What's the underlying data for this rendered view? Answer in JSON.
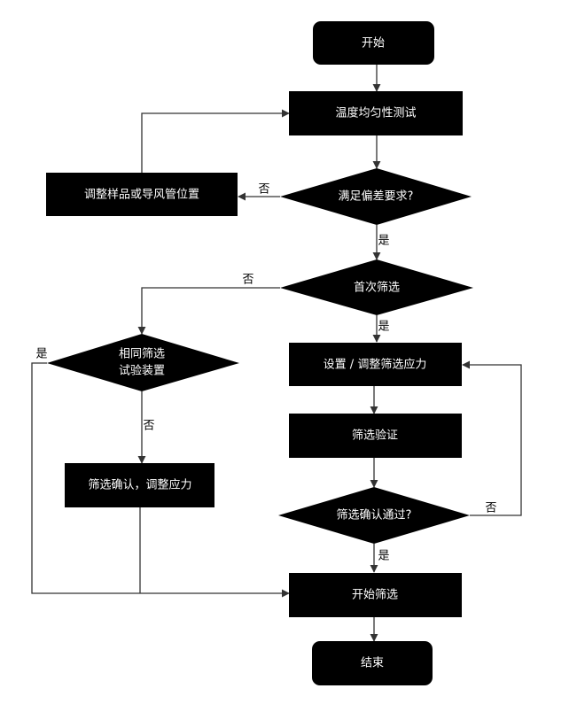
{
  "colors": {
    "node_fill": "#000000",
    "node_text": "#ffffff",
    "edge": "#333333",
    "background": "#ffffff"
  },
  "nodes": {
    "start": "开始",
    "uniformity_test": "温度均匀性测试",
    "adjust_sample": "调整样品或导风管位置",
    "deviation_check": "满足偏差要求?",
    "first_screen": "首次筛选",
    "same_screen_line1": "相同筛选",
    "same_screen_line2": "试验装置",
    "set_stress": "设置 / 调整筛选应力",
    "screen_verify": "筛选验证",
    "confirm_adjust": "筛选确认，调整应力",
    "confirm_pass": "筛选确认通过?",
    "begin_screen": "开始筛选",
    "end": "结束"
  },
  "edge_labels": {
    "deviation_no": "否",
    "deviation_yes": "是",
    "first_no": "否",
    "first_yes": "是",
    "same_yes": "是",
    "same_no": "否",
    "confirm_no": "否",
    "confirm_yes": "是"
  }
}
